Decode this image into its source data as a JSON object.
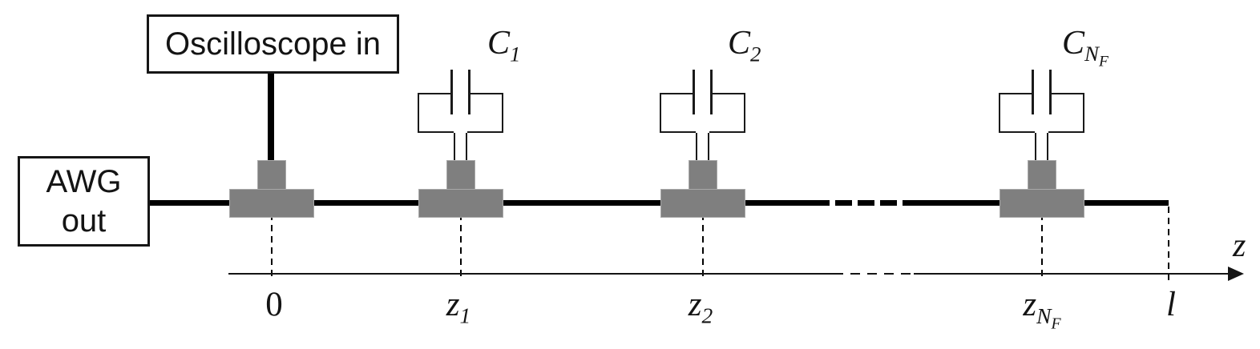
{
  "device_boxes": {
    "oscilloscope": {
      "label": "Oscilloscope in"
    },
    "awg": {
      "line1": "AWG",
      "line2": "out"
    }
  },
  "capacitor_labels": {
    "c1": {
      "base": "C",
      "sub": "1"
    },
    "c2": {
      "base": "C",
      "sub": "2"
    },
    "cnf": {
      "base": "C",
      "sub": "N",
      "subsub": "F"
    }
  },
  "axis": {
    "name": "z",
    "origin_label": "0",
    "z1": {
      "base": "z",
      "sub": "1"
    },
    "z2": {
      "base": "z",
      "sub": "2"
    },
    "znf": {
      "base": "z",
      "sub": "N",
      "subsub": "F"
    },
    "end_label": "l"
  },
  "schematic": {
    "type": "transmission-line with capacitive taps",
    "source_box": "AWG out",
    "measure_box": "Oscilloscope in",
    "taps": [
      {
        "axis_position": "0",
        "connected_to": "Oscilloscope in"
      },
      {
        "axis_position": "z1",
        "capacitor": "C1"
      },
      {
        "axis_position": "z2",
        "capacitor": "C2"
      },
      {
        "axis_position": "zNF",
        "capacitor": "CNF"
      }
    ],
    "line_end_position": "l",
    "axis_name": "z"
  },
  "colors": {
    "connector_gray": "#7f7f7f",
    "connector_border_gray": "#a9a9a9",
    "cable_black": "#000000",
    "background": "#ffffff"
  }
}
